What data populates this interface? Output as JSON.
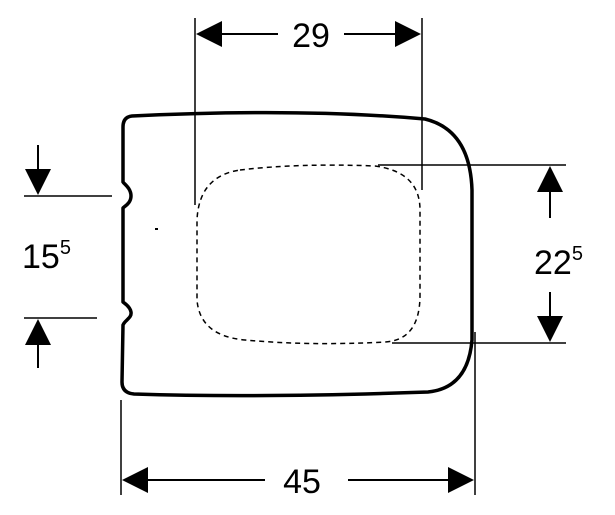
{
  "colors": {
    "line": "#000000",
    "background": "#ffffff"
  },
  "dimensions": {
    "top_width": {
      "main": "29",
      "sup": ""
    },
    "bottom_width": {
      "main": "45",
      "sup": ""
    },
    "hinge_spacing": {
      "main": "15",
      "sup": "5"
    },
    "opening_height": {
      "main": "22",
      "sup": "5"
    }
  }
}
